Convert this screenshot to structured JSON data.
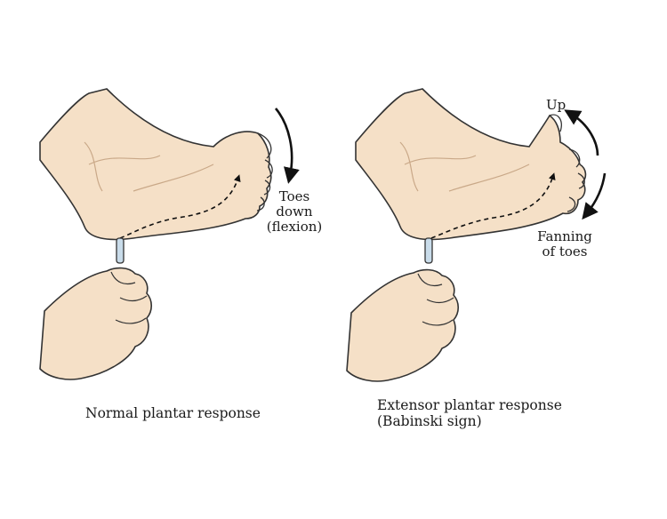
{
  "colors": {
    "skin": "#f5e0c7",
    "skin_shadow": "#e6c8a8",
    "outline": "#333333",
    "arrow": "#111111",
    "probe": "#c9dcea"
  },
  "left_panel": {
    "toes_label_line1": "Toes",
    "toes_label_line2": "down",
    "toes_label_line3": "(flexion)",
    "caption": "Normal plantar response"
  },
  "right_panel": {
    "up_label": "Up",
    "fanning_label_line1": "Fanning",
    "fanning_label_line2": "of toes",
    "caption_line1": "Extensor plantar response",
    "caption_line2": "(Babinski sign)"
  }
}
